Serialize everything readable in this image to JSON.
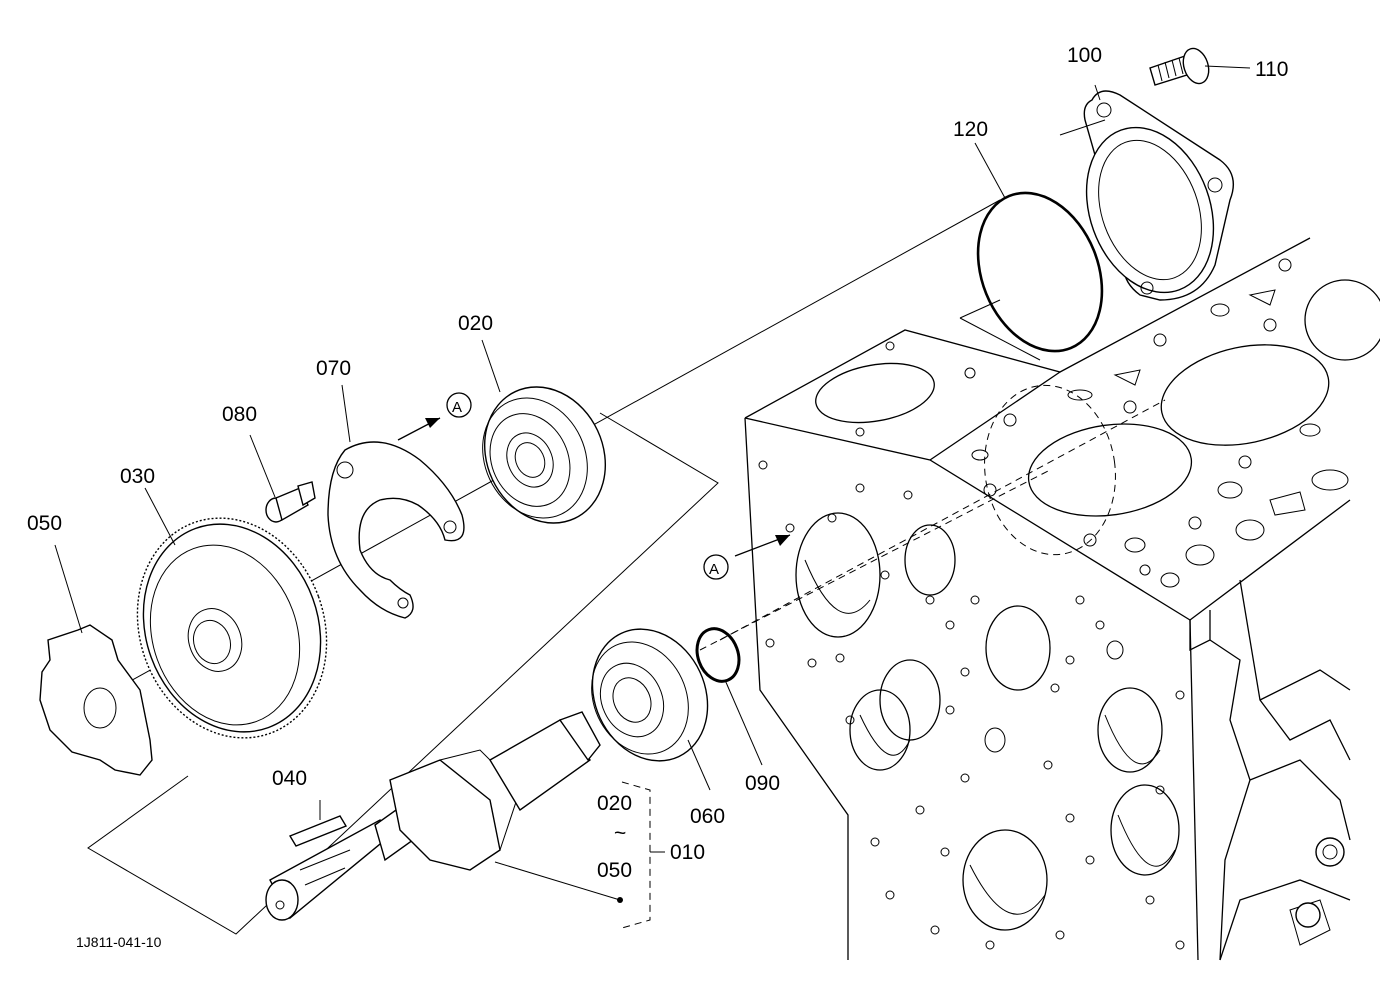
{
  "labels": {
    "p010": "010",
    "p020": "020",
    "p020b": "020",
    "tilde": "~",
    "p030": "030",
    "p040": "040",
    "p050": "050",
    "p050b": "050",
    "p060": "060",
    "p070": "070",
    "p080": "080",
    "p090": "090",
    "p100": "100",
    "p110": "110",
    "p120": "120",
    "refA1": "A",
    "refA2": "A"
  },
  "drawing_code": "1J811-041-10"
}
